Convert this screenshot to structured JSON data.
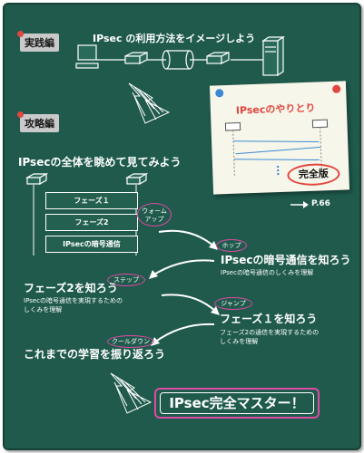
{
  "practice": {
    "tag": "実践編",
    "title": "IPsec の利用方法をイメージしよう"
  },
  "strategy": {
    "tag": "攻略編",
    "overview": "IPsecの全体を眺めて見てみよう",
    "phases": [
      "フェーズ１",
      "フェーズ2",
      "IPsecの暗号通信"
    ],
    "note_title": "IPsecのやりとり",
    "note_badge": "完全版",
    "page_ref": "P.66"
  },
  "steps": [
    {
      "label": "ウォーム\nアップ"
    },
    {
      "label": "ホップ",
      "title": "IPsecの暗号通信を知ろう",
      "desc": "IPsecの暗号通信のしくみを理解"
    },
    {
      "label": "ステップ",
      "title": "フェーズ2を知ろう",
      "desc": "IPsecの暗号通信を実現するための\nしくみを理解"
    },
    {
      "label": "ジャンプ",
      "title": "フェーズ１を知ろう",
      "desc": "フェーズ2の通信を実現するための\nしくみを理解"
    },
    {
      "label": "クールダウン",
      "title": "これまでの学習を振り返ろう"
    }
  ],
  "final": "IPsec完全マスター！",
  "colors": {
    "board": "#1f5a4c",
    "accent": "#e04aa4",
    "badge": "#e0473f",
    "note": "#f7f6ea"
  }
}
